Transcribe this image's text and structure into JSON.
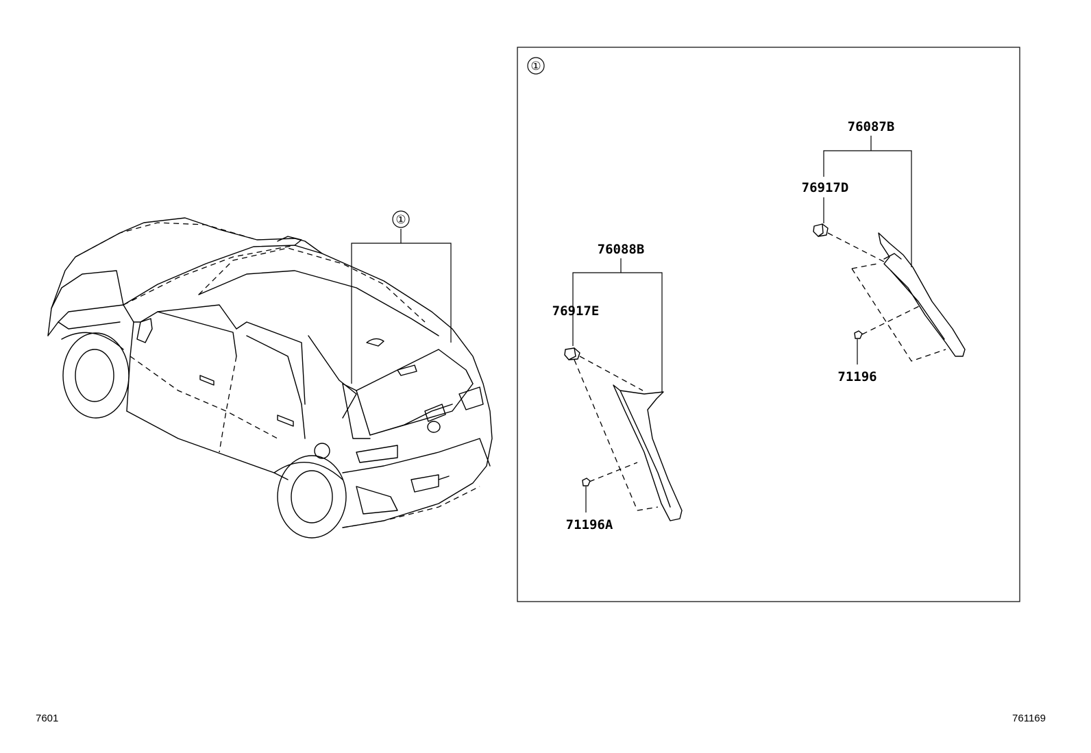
{
  "inset": {
    "callout": "①"
  },
  "vehicle": {
    "callout": "①"
  },
  "parts": {
    "p1": "76088B",
    "p2": "76917E",
    "p3": "71196A",
    "p4": "76087B",
    "p5": "76917D",
    "p6": "71196"
  },
  "footer": {
    "left": "7601",
    "right": "761169"
  }
}
